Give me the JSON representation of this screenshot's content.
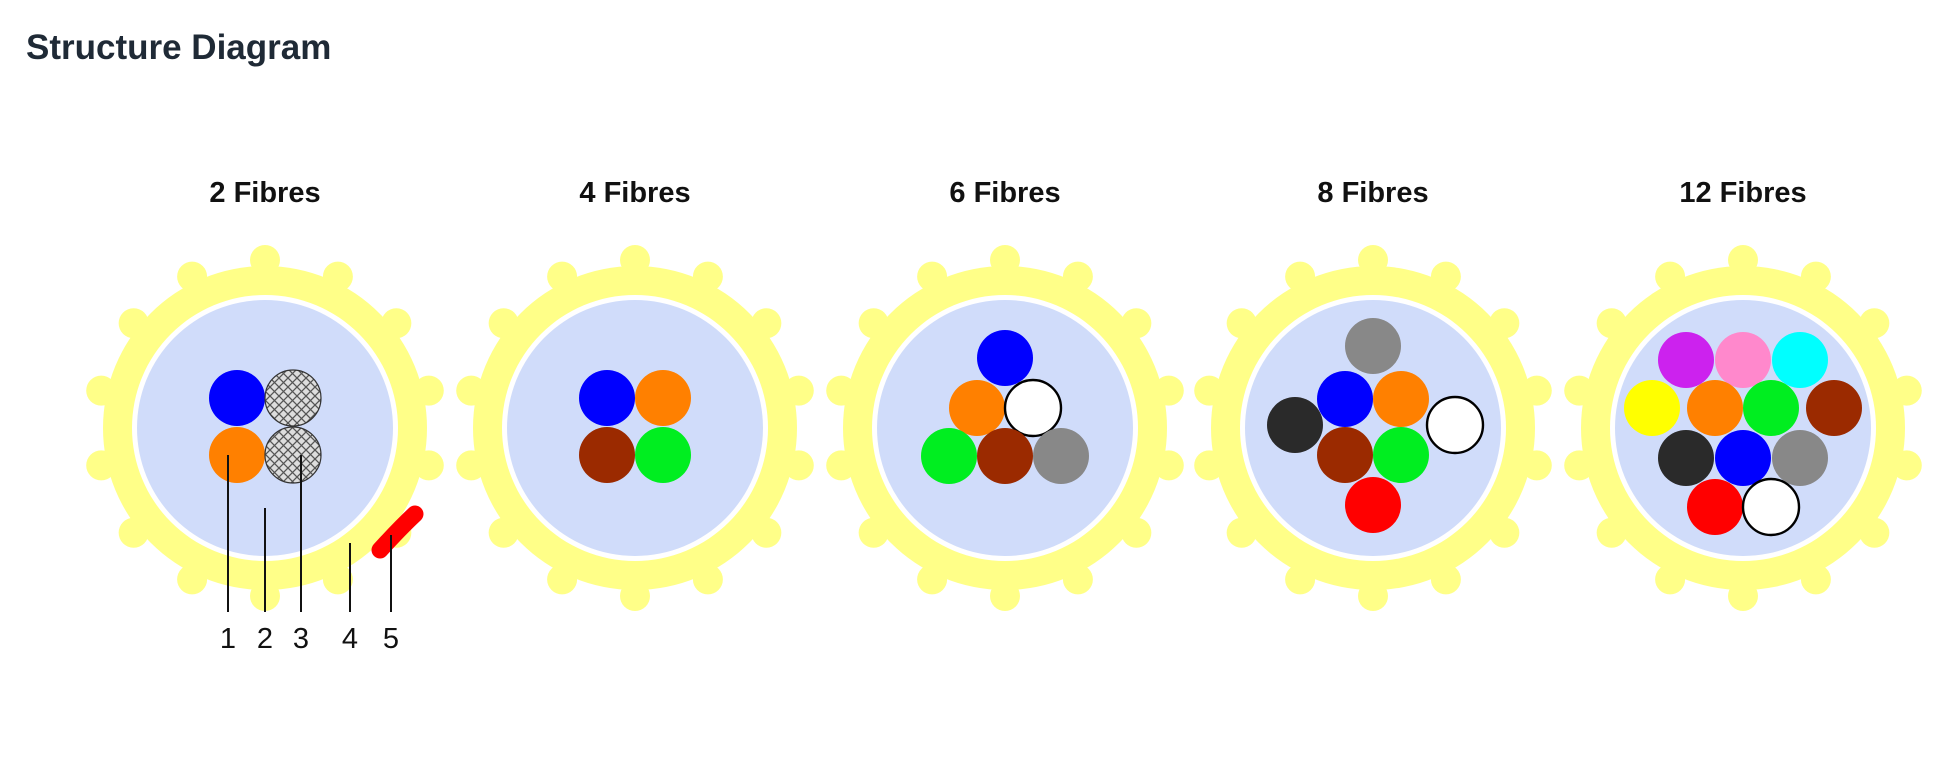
{
  "page": {
    "title": "Structure Diagram"
  },
  "colors": {
    "jacket": "#ffff88",
    "jacket_inner_edge": "#ffffff",
    "core": "#d0dcfa",
    "rip_cord": "#ff0000",
    "line": "#111111",
    "hatched_fibre_base": "#dddddd",
    "hatch": "#555555",
    "white_fibre_outline": "#000000"
  },
  "cables": [
    {
      "label": "2 Fibres",
      "fibres": [
        "blue",
        "hatched",
        "orange",
        "hatched"
      ],
      "has_rip_cord": true,
      "callouts": [
        "1",
        "2",
        "3",
        "4",
        "5"
      ]
    },
    {
      "label": "4 Fibres",
      "fibres": [
        "blue",
        "orange",
        "brown",
        "green"
      ],
      "has_rip_cord": false,
      "callouts": []
    },
    {
      "label": "6 Fibres",
      "fibres": [
        "blue",
        "orange",
        "white",
        "green",
        "brown",
        "grey"
      ],
      "has_rip_cord": false,
      "callouts": []
    },
    {
      "label": "8 Fibres",
      "fibres": [
        "grey",
        "black",
        "blue",
        "orange",
        "white",
        "brown",
        "green",
        "red"
      ],
      "has_rip_cord": false,
      "callouts": []
    },
    {
      "label": "12 Fibres",
      "fibres": [
        "violet",
        "pink",
        "aqua",
        "yellow",
        "orange",
        "green",
        "brown",
        "black",
        "blue",
        "grey",
        "red",
        "white"
      ],
      "has_rip_cord": false,
      "callouts": []
    }
  ],
  "fibre_colors": {
    "blue": "#0000ff",
    "orange": "#ff8000",
    "brown": "#9b2a00",
    "green": "#00ee20",
    "white": "#ffffff",
    "grey": "#888888",
    "black": "#2a2a2a",
    "red": "#ff0000",
    "violet": "#cc22ee",
    "pink": "#ff88cc",
    "aqua": "#00ffff",
    "yellow": "#ffff00"
  }
}
